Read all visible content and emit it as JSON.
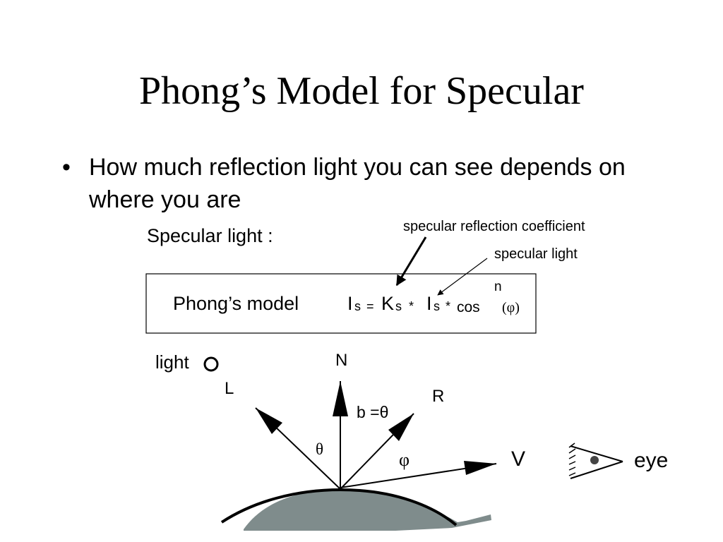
{
  "slide": {
    "title": "Phong’s Model for Specular",
    "bullet": "How much reflection light you can see depends on where you are"
  },
  "diagram": {
    "heading": "Specular light :",
    "callout_coefficient": "specular reflection coefficient",
    "callout_light": "specular light",
    "formula": {
      "label": "Phong’s model",
      "I1": "I",
      "sub1": "s",
      "eq": "=",
      "K": "K",
      "sub2": "s",
      "star1": "*",
      "I2": "I",
      "sub3": "s",
      "star2": "*",
      "cos": "cos",
      "exponent": "n",
      "arg": "(φ)"
    },
    "labels": {
      "light": "light",
      "L": "L",
      "N": "N",
      "R": "R",
      "b_eq": "b =θ",
      "theta": "θ",
      "phi": "φ",
      "V": "V",
      "eye": "eye"
    },
    "colors": {
      "surface_fill": "#7f8c8c",
      "stroke": "#000000"
    }
  }
}
